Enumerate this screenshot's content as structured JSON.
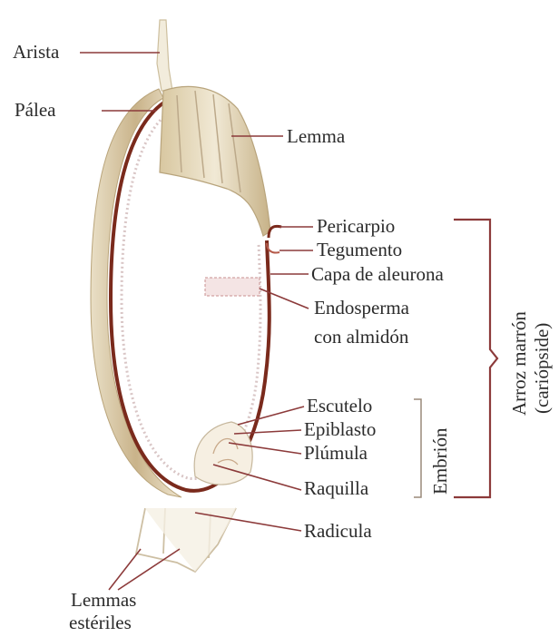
{
  "labels": {
    "arista": "Arista",
    "palea": "Pálea",
    "lemma": "Lemma",
    "pericarpio": "Pericarpio",
    "tegumento": "Tegumento",
    "capa_aleurona": "Capa de aleurona",
    "endosperma_1": "Endosperma",
    "endosperma_2": "con almidón",
    "escutelo": "Escutelo",
    "epiblasto": "Epiblasto",
    "plumula": "Plúmula",
    "raquilla": "Raquilla",
    "radicula": "Radicula",
    "lemmas_1": "Lemmas",
    "lemmas_2": "estériles",
    "embrion": "Embrión",
    "arroz_1": "Arroz marrón",
    "arroz_2": "(cariópside)"
  },
  "colors": {
    "leader_line": "#8c3a3a",
    "hull": "#c9b892",
    "pericarp": "#7a2a1c",
    "endosperm_dots": "#d9c6c6"
  }
}
